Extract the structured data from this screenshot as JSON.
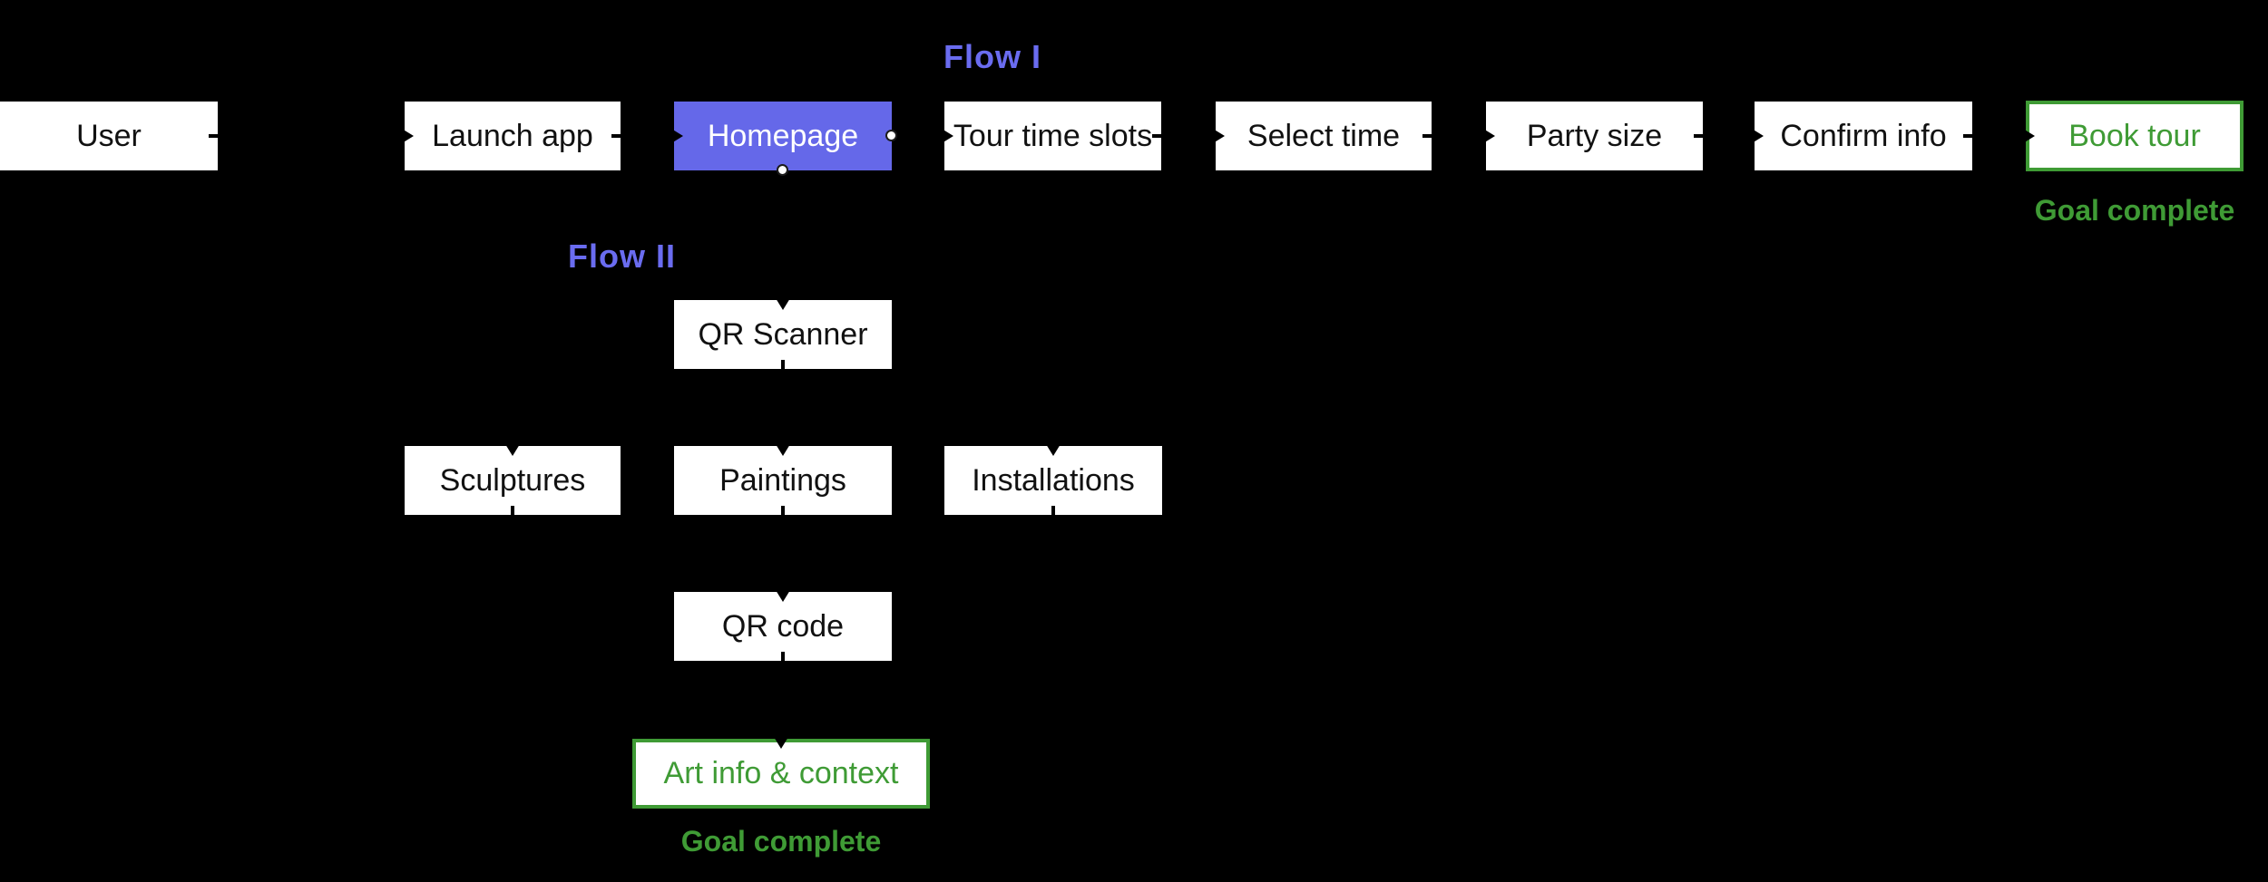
{
  "diagram": {
    "colors": {
      "background": "#000000",
      "node_bg": "#ffffff",
      "node_text": "#111111",
      "accent_purple": "#6568E9",
      "label_purple": "#6A6CF0",
      "success_green": "#3F9B35"
    },
    "flow1": {
      "label": "Flow I",
      "goal_text": "Goal complete",
      "nodes": [
        {
          "label": "User"
        },
        {
          "label": "Launch app"
        },
        {
          "label": "Homepage"
        },
        {
          "label": "Tour time slots"
        },
        {
          "label": "Select time"
        },
        {
          "label": "Party size"
        },
        {
          "label": "Confirm info"
        },
        {
          "label": "Book tour"
        }
      ]
    },
    "flow2": {
      "label": "Flow II",
      "goal_text": "Goal complete",
      "nodes": [
        {
          "label": "QR Scanner"
        },
        {
          "label": "Sculptures"
        },
        {
          "label": "Paintings"
        },
        {
          "label": "Installations"
        },
        {
          "label": "QR code"
        },
        {
          "label": "Art info & context"
        }
      ]
    }
  }
}
